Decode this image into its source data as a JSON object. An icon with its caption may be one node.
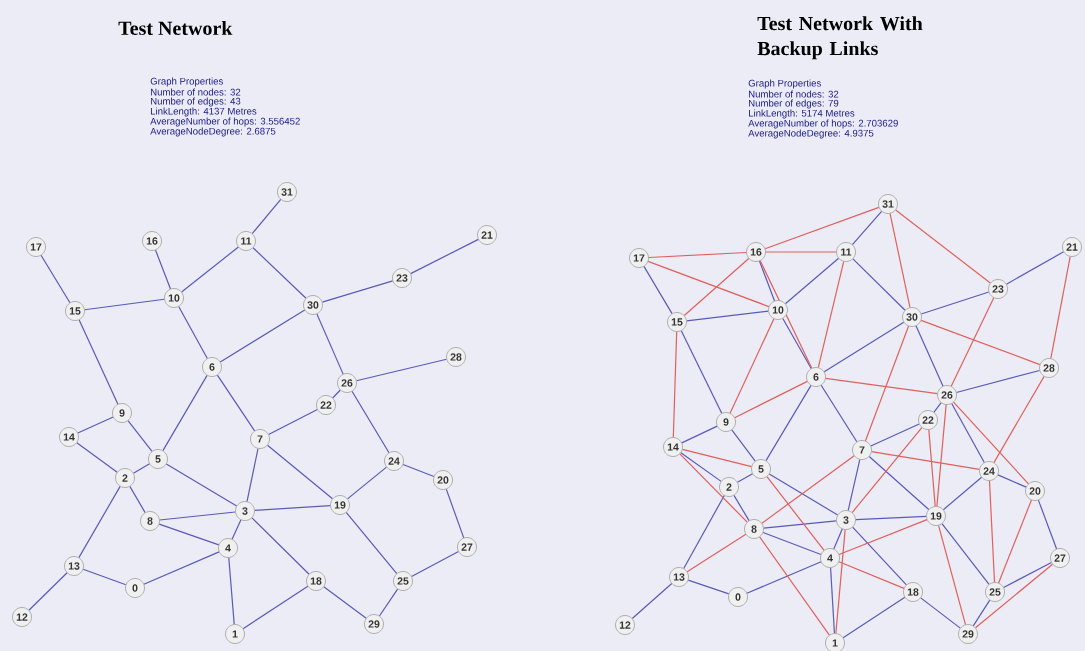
{
  "diagram": {
    "nodes": [
      {
        "text": [
          "0"
        ]
      },
      {
        "text": [
          "1"
        ]
      },
      {
        "text": [
          "2"
        ]
      },
      {
        "text": [
          "3"
        ]
      },
      {
        "text": [
          "4"
        ]
      },
      {
        "text": [
          "5"
        ]
      },
      {
        "text": [
          "6"
        ]
      },
      {
        "text": [
          "7"
        ]
      },
      {
        "text": [
          "8"
        ]
      },
      {
        "text": [
          "9"
        ]
      },
      {
        "text": [
          "10"
        ]
      },
      {
        "text": [
          "11"
        ]
      },
      {
        "text": [
          "12"
        ]
      },
      {
        "text": [
          "13"
        ]
      },
      {
        "text": [
          "14"
        ]
      },
      {
        "text": [
          "15"
        ]
      },
      {
        "text": [
          "16"
        ]
      },
      {
        "text": [
          "17"
        ]
      },
      {
        "text": [
          "18"
        ]
      },
      {
        "text": [
          "19"
        ]
      },
      {
        "text": [
          "20"
        ]
      },
      {
        "text": [
          "21"
        ]
      },
      {
        "text": [
          "22"
        ]
      },
      {
        "text": [
          "23"
        ]
      },
      {
        "text": [
          "24"
        ]
      },
      {
        "text": [
          "25"
        ]
      },
      {
        "text": [
          "26"
        ]
      },
      {
        "text": [
          "27"
        ]
      },
      {
        "text": [
          "28"
        ]
      },
      {
        "text": [
          "29"
        ]
      },
      {
        "text": [
          "30"
        ]
      },
      {
        "text": [
          "31"
        ]
      },
      {
        "text": [
          "0"
        ]
      },
      {
        "text": [
          "1"
        ]
      },
      {
        "text": [
          "2"
        ]
      },
      {
        "text": [
          "3"
        ]
      },
      {
        "text": [
          "4"
        ]
      },
      {
        "text": [
          "5"
        ]
      },
      {
        "text": [
          "6"
        ]
      },
      {
        "text": [
          "7"
        ]
      },
      {
        "text": [
          "8"
        ]
      },
      {
        "text": [
          "9"
        ]
      },
      {
        "text": [
          "10"
        ]
      },
      {
        "text": [
          "11"
        ]
      },
      {
        "text": [
          "12"
        ]
      },
      {
        "text": [
          "13"
        ]
      },
      {
        "text": [
          "14"
        ]
      },
      {
        "text": [
          "15"
        ]
      },
      {
        "text": [
          "16"
        ]
      },
      {
        "text": [
          "17"
        ]
      },
      {
        "text": [
          "18"
        ]
      },
      {
        "text": [
          "19"
        ]
      },
      {
        "text": [
          "20"
        ]
      },
      {
        "text": [
          "21"
        ]
      },
      {
        "text": [
          "22"
        ]
      },
      {
        "text": [
          "23"
        ]
      },
      {
        "text": [
          "24"
        ]
      },
      {
        "text": [
          "25"
        ]
      },
      {
        "text": [
          "26"
        ]
      },
      {
        "text": [
          "27"
        ]
      },
      {
        "text": [
          "28"
        ]
      },
      {
        "text": [
          "29"
        ]
      },
      {
        "text": [
          "30"
        ]
      },
      {
        "text": [
          "31"
        ]
      }
    ],
    "edges": [
      {
        "from": 17,
        "to": 15,
        "arrow": "none"
      },
      {
        "from": 16,
        "to": 10,
        "arrow": "none"
      },
      {
        "from": 15,
        "to": 10,
        "arrow": "none"
      },
      {
        "from": 10,
        "to": 11,
        "arrow": "none"
      },
      {
        "from": 11,
        "to": 31,
        "arrow": "none"
      },
      {
        "from": 11,
        "to": 30,
        "arrow": "none"
      },
      {
        "from": 10,
        "to": 6,
        "arrow": "none"
      },
      {
        "from": 6,
        "to": 30,
        "arrow": "none"
      },
      {
        "from": 30,
        "to": 23,
        "arrow": "none"
      },
      {
        "from": 23,
        "to": 21,
        "arrow": "none"
      },
      {
        "from": 30,
        "to": 26,
        "arrow": "none"
      },
      {
        "from": 26,
        "to": 28,
        "arrow": "none"
      },
      {
        "from": 26,
        "to": 22,
        "arrow": "none"
      },
      {
        "from": 26,
        "to": 24,
        "arrow": "none"
      },
      {
        "from": 15,
        "to": 9,
        "arrow": "none"
      },
      {
        "from": 9,
        "to": 14,
        "arrow": "none"
      },
      {
        "from": 9,
        "to": 5,
        "arrow": "none"
      },
      {
        "from": 6,
        "to": 5,
        "arrow": "none"
      },
      {
        "from": 6,
        "to": 7,
        "arrow": "none"
      },
      {
        "from": 7,
        "to": 22,
        "arrow": "none"
      },
      {
        "from": 7,
        "to": 3,
        "arrow": "none"
      },
      {
        "from": 7,
        "to": 19,
        "arrow": "none"
      },
      {
        "from": 14,
        "to": 2,
        "arrow": "none"
      },
      {
        "from": 2,
        "to": 5,
        "arrow": "none"
      },
      {
        "from": 2,
        "to": 8,
        "arrow": "none"
      },
      {
        "from": 2,
        "to": 13,
        "arrow": "none"
      },
      {
        "from": 5,
        "to": 3,
        "arrow": "none"
      },
      {
        "from": 8,
        "to": 3,
        "arrow": "none"
      },
      {
        "from": 8,
        "to": 4,
        "arrow": "none"
      },
      {
        "from": 3,
        "to": 4,
        "arrow": "none"
      },
      {
        "from": 3,
        "to": 19,
        "arrow": "none"
      },
      {
        "from": 3,
        "to": 18,
        "arrow": "none"
      },
      {
        "from": 4,
        "to": 0,
        "arrow": "none"
      },
      {
        "from": 4,
        "to": 1,
        "arrow": "none"
      },
      {
        "from": 13,
        "to": 0,
        "arrow": "none"
      },
      {
        "from": 13,
        "to": 12,
        "arrow": "none"
      },
      {
        "from": 1,
        "to": 18,
        "arrow": "none"
      },
      {
        "from": 18,
        "to": 29,
        "arrow": "none"
      },
      {
        "from": 19,
        "to": 24,
        "arrow": "none"
      },
      {
        "from": 19,
        "to": 25,
        "arrow": "none"
      },
      {
        "from": 24,
        "to": 20,
        "arrow": "none"
      },
      {
        "from": 20,
        "to": 27,
        "arrow": "none"
      },
      {
        "from": 27,
        "to": 25,
        "arrow": "none"
      },
      {
        "from": 25,
        "to": 29,
        "arrow": "none"
      },
      {
        "from": 49,
        "to": 47,
        "arrow": "none"
      },
      {
        "from": 48,
        "to": 42,
        "arrow": "none"
      },
      {
        "from": 47,
        "to": 42,
        "arrow": "none"
      },
      {
        "from": 42,
        "to": 43,
        "arrow": "none"
      },
      {
        "from": 43,
        "to": 63,
        "arrow": "none"
      },
      {
        "from": 43,
        "to": 62,
        "arrow": "none"
      },
      {
        "from": 42,
        "to": 38,
        "arrow": "none"
      },
      {
        "from": 38,
        "to": 62,
        "arrow": "none"
      },
      {
        "from": 62,
        "to": 55,
        "arrow": "none"
      },
      {
        "from": 55,
        "to": 53,
        "arrow": "none"
      },
      {
        "from": 62,
        "to": 58,
        "arrow": "none"
      },
      {
        "from": 58,
        "to": 60,
        "arrow": "none"
      },
      {
        "from": 58,
        "to": 54,
        "arrow": "none"
      },
      {
        "from": 58,
        "to": 56,
        "arrow": "none"
      },
      {
        "from": 47,
        "to": 41,
        "arrow": "none"
      },
      {
        "from": 41,
        "to": 46,
        "arrow": "none"
      },
      {
        "from": 41,
        "to": 37,
        "arrow": "none"
      },
      {
        "from": 38,
        "to": 37,
        "arrow": "none"
      },
      {
        "from": 38,
        "to": 39,
        "arrow": "none"
      },
      {
        "from": 39,
        "to": 54,
        "arrow": "none"
      },
      {
        "from": 39,
        "to": 35,
        "arrow": "none"
      },
      {
        "from": 39,
        "to": 51,
        "arrow": "none"
      },
      {
        "from": 46,
        "to": 34,
        "arrow": "none"
      },
      {
        "from": 34,
        "to": 37,
        "arrow": "none"
      },
      {
        "from": 34,
        "to": 40,
        "arrow": "none"
      },
      {
        "from": 34,
        "to": 45,
        "arrow": "none"
      },
      {
        "from": 37,
        "to": 35,
        "arrow": "none"
      },
      {
        "from": 40,
        "to": 35,
        "arrow": "none"
      },
      {
        "from": 40,
        "to": 36,
        "arrow": "none"
      },
      {
        "from": 35,
        "to": 36,
        "arrow": "none"
      },
      {
        "from": 35,
        "to": 51,
        "arrow": "none"
      },
      {
        "from": 35,
        "to": 50,
        "arrow": "none"
      },
      {
        "from": 36,
        "to": 32,
        "arrow": "none"
      },
      {
        "from": 36,
        "to": 33,
        "arrow": "none"
      },
      {
        "from": 45,
        "to": 32,
        "arrow": "none"
      },
      {
        "from": 45,
        "to": 44,
        "arrow": "none"
      },
      {
        "from": 33,
        "to": 50,
        "arrow": "none"
      },
      {
        "from": 50,
        "to": 61,
        "arrow": "none"
      },
      {
        "from": 51,
        "to": 56,
        "arrow": "none"
      },
      {
        "from": 51,
        "to": 57,
        "arrow": "none"
      },
      {
        "from": 56,
        "to": 52,
        "arrow": "none"
      },
      {
        "from": 52,
        "to": 59,
        "arrow": "none"
      },
      {
        "from": 59,
        "to": 57,
        "arrow": "none"
      },
      {
        "from": 57,
        "to": 61,
        "arrow": "none"
      },
      {
        "from": 49,
        "to": 48,
        "arrow": "none",
        "color": "#e0605c"
      },
      {
        "from": 48,
        "to": 63,
        "arrow": "none",
        "color": "#e0605c"
      },
      {
        "from": 48,
        "to": 43,
        "arrow": "none",
        "color": "#e0605c"
      },
      {
        "from": 49,
        "to": 42,
        "arrow": "none",
        "color": "#e0605c"
      },
      {
        "from": 48,
        "to": 47,
        "arrow": "none",
        "color": "#e0605c"
      },
      {
        "from": 48,
        "to": 38,
        "arrow": "none",
        "color": "#e0605c"
      },
      {
        "from": 43,
        "to": 38,
        "arrow": "none",
        "color": "#e0605c"
      },
      {
        "from": 42,
        "to": 41,
        "arrow": "none",
        "color": "#e0605c"
      },
      {
        "from": 47,
        "to": 46,
        "arrow": "none",
        "color": "#e0605c"
      },
      {
        "from": 41,
        "to": 38,
        "arrow": "none",
        "color": "#e0605c"
      },
      {
        "from": 38,
        "to": 58,
        "arrow": "none",
        "color": "#e0605c"
      },
      {
        "from": 46,
        "to": 37,
        "arrow": "none",
        "color": "#e0605c"
      },
      {
        "from": 46,
        "to": 40,
        "arrow": "none",
        "color": "#e0605c"
      },
      {
        "from": 63,
        "to": 62,
        "arrow": "none",
        "color": "#e0605c"
      },
      {
        "from": 63,
        "to": 55,
        "arrow": "none",
        "color": "#e0605c"
      },
      {
        "from": 62,
        "to": 60,
        "arrow": "none",
        "color": "#e0605c"
      },
      {
        "from": 62,
        "to": 39,
        "arrow": "none",
        "color": "#e0605c"
      },
      {
        "from": 55,
        "to": 58,
        "arrow": "none",
        "color": "#e0605c"
      },
      {
        "from": 53,
        "to": 60,
        "arrow": "none",
        "color": "#e0605c"
      },
      {
        "from": 60,
        "to": 56,
        "arrow": "none",
        "color": "#e0605c"
      },
      {
        "from": 58,
        "to": 51,
        "arrow": "none",
        "color": "#e0605c"
      },
      {
        "from": 58,
        "to": 52,
        "arrow": "none",
        "color": "#e0605c"
      },
      {
        "from": 54,
        "to": 51,
        "arrow": "none",
        "color": "#e0605c"
      },
      {
        "from": 54,
        "to": 35,
        "arrow": "none",
        "color": "#e0605c"
      },
      {
        "from": 39,
        "to": 56,
        "arrow": "none",
        "color": "#e0605c"
      },
      {
        "from": 39,
        "to": 40,
        "arrow": "none",
        "color": "#e0605c"
      },
      {
        "from": 37,
        "to": 36,
        "arrow": "none",
        "color": "#e0605c"
      },
      {
        "from": 40,
        "to": 45,
        "arrow": "none",
        "color": "#e0605c"
      },
      {
        "from": 40,
        "to": 33,
        "arrow": "none",
        "color": "#e0605c"
      },
      {
        "from": 35,
        "to": 33,
        "arrow": "none",
        "color": "#e0605c"
      },
      {
        "from": 36,
        "to": 51,
        "arrow": "none",
        "color": "#e0605c"
      },
      {
        "from": 36,
        "to": 50,
        "arrow": "none",
        "color": "#e0605c"
      },
      {
        "from": 51,
        "to": 61,
        "arrow": "none",
        "color": "#e0605c"
      },
      {
        "from": 56,
        "to": 57,
        "arrow": "none",
        "color": "#e0605c"
      },
      {
        "from": 52,
        "to": 57,
        "arrow": "none",
        "color": "#e0605c"
      },
      {
        "from": 59,
        "to": 61,
        "arrow": "none",
        "color": "#e0605c"
      }
    ],
    "labels": [
      "Test Network",
      "Graph Properties",
      "Number of nodes: 32",
      "Number of edges: 43",
      "LinkLength: 4137 Metres",
      "AverageNumber of hops: 3.556452",
      "AverageNodeDegree: 2.6875",
      "Test Network With Backup Links",
      "Graph Properties",
      "Number of nodes: 32",
      "Number of edges: 79",
      "LinkLength: 5174 Metres",
      "AverageNumber of hops: 2.703629",
      "AverageNodeDegree: 4.9375"
    ]
  }
}
